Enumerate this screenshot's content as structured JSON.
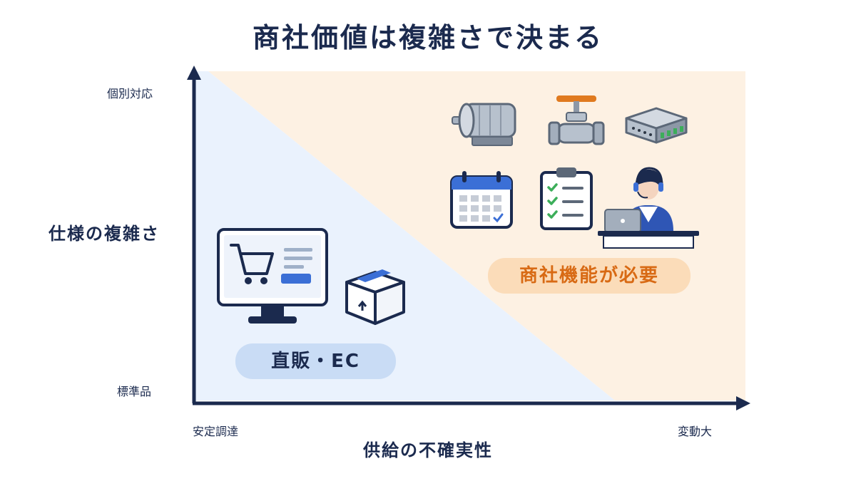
{
  "title": "商社価値は複雑さで決まる",
  "y_axis": {
    "label": "仕様の複雑さ",
    "top_tick": "個別対応",
    "bottom_tick": "標準品"
  },
  "x_axis": {
    "label": "供給の不確実性",
    "left_tick": "安定調達",
    "right_tick": "変動大"
  },
  "regions": {
    "low": {
      "label": "直販・EC",
      "color": "#eaf2fd",
      "icons": [
        "computer-cart-icon",
        "package-box-icon"
      ]
    },
    "high": {
      "label": "商社機能が必要",
      "color": "#fdf1e3",
      "icons": [
        "motor-icon",
        "valve-icon",
        "electronic-module-icon",
        "calendar-icon",
        "checklist-clipboard-icon",
        "operator-headset-icon"
      ]
    }
  },
  "colors": {
    "axis": "#1b2a4e",
    "accent_blue": "#3b6fd6",
    "accent_orange": "#e07a1f"
  }
}
